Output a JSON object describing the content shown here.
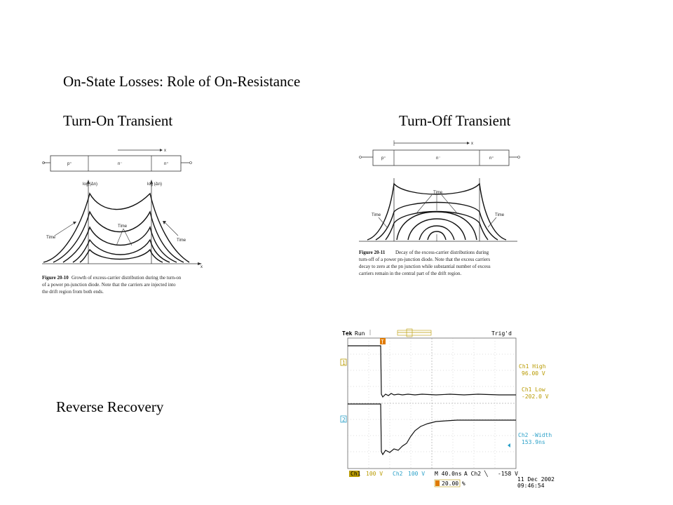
{
  "slide": {
    "title": "On-State Losses: Role of On-Resistance",
    "turn_on_label": "Turn-On Transient",
    "turn_off_label": "Turn-Off Transient",
    "reverse_recovery_label": "Reverse Recovery"
  },
  "fig_turn_on": {
    "x_axis": "x",
    "region_p": "p⁺",
    "region_n": "n⁻",
    "region_n_plus": "n⁺",
    "y_label_left": "log (Δn)",
    "y_label_right": "log (Δn)",
    "time_left": "Time",
    "time_center": "Time",
    "time_right": "Time",
    "caption_number": "Figure 20-10",
    "caption_line1": "Growth of excess-carrier distribution during the turn-on",
    "caption_line2": "of a power pn-junction diode. Note that the carriers are injected into",
    "caption_line3": "the drift region from both ends."
  },
  "fig_turn_off": {
    "x_axis": "x",
    "region_p": "p⁺",
    "region_n": "n⁻",
    "region_n_plus": "n⁺",
    "time_top": "Time",
    "time_left": "Time",
    "time_right": "Time",
    "caption_number": "Figure 20-11",
    "caption_line1": "Decay of the excess-carrier distributions during",
    "caption_line2": "turn-off of a power pn-junction diode. Note that the excess carriers",
    "caption_line3": "decay to zero at the pn junction while substantial number of excess",
    "caption_line4": "carriers remain in the central part of the drift region."
  },
  "scope": {
    "brand": "Tek",
    "run_state": "Run",
    "trig_state": "Trig'd",
    "trigger_marker": "T",
    "ch1_marker": "1",
    "ch2_marker": "2",
    "ch1_high_label": "Ch1 High",
    "ch1_high_value": "96.00 V",
    "ch1_low_label": "Ch1 Low",
    "ch1_low_value": "-202.0 V",
    "ch2_width_label": "Ch2 -Width",
    "ch2_width_value": "153.9ns",
    "ch1_scale_label": "Ch1",
    "ch1_scale": "100 V",
    "ch2_scale_label": "Ch2",
    "ch2_scale": "100 V",
    "timebase": "M 40.0ns",
    "trigger_source": "A  Ch2  ╲",
    "trigger_level": "-158 V",
    "trigger_position": "20.00 %",
    "date": "11 Dec  2002",
    "time": "09:46:54",
    "colors": {
      "accent": "#b89a00",
      "ch2": "#2aa0c8",
      "grid": "#888888"
    }
  }
}
